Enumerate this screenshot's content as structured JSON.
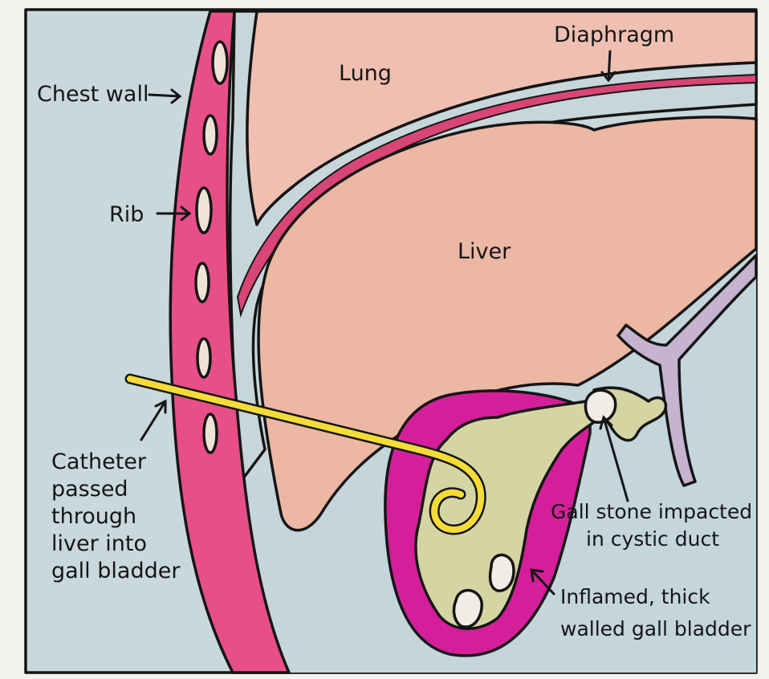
{
  "labels": {
    "chest_wall": "Chest wall",
    "lung": "Lung",
    "diaphragm": "Diaphragm",
    "rib": "Rib",
    "liver": "Liver",
    "catheter": [
      "Catheter",
      "passed",
      "through",
      "liver into",
      "gall bladder"
    ],
    "gall_stone": [
      "Gall stone impacted",
      "in cystic duct"
    ],
    "gall_bladder": [
      "Inflamed, thick",
      "walled gall bladder"
    ]
  },
  "colors": {
    "background_tissue": "#c9d8dd",
    "chest_wall": "#e84f86",
    "lung": "#efc0b2",
    "liver": "#ecb7a3",
    "diaphragm_band": "#c7d6db",
    "diaphragm_muscle": "#d94575",
    "gall_bladder_wall": "#d51f9a",
    "gall_bladder_lumen": "#d5d5a4",
    "bile_duct": "#c6b3cf",
    "catheter": "#f4dc38",
    "stone": "#f1ece5"
  }
}
